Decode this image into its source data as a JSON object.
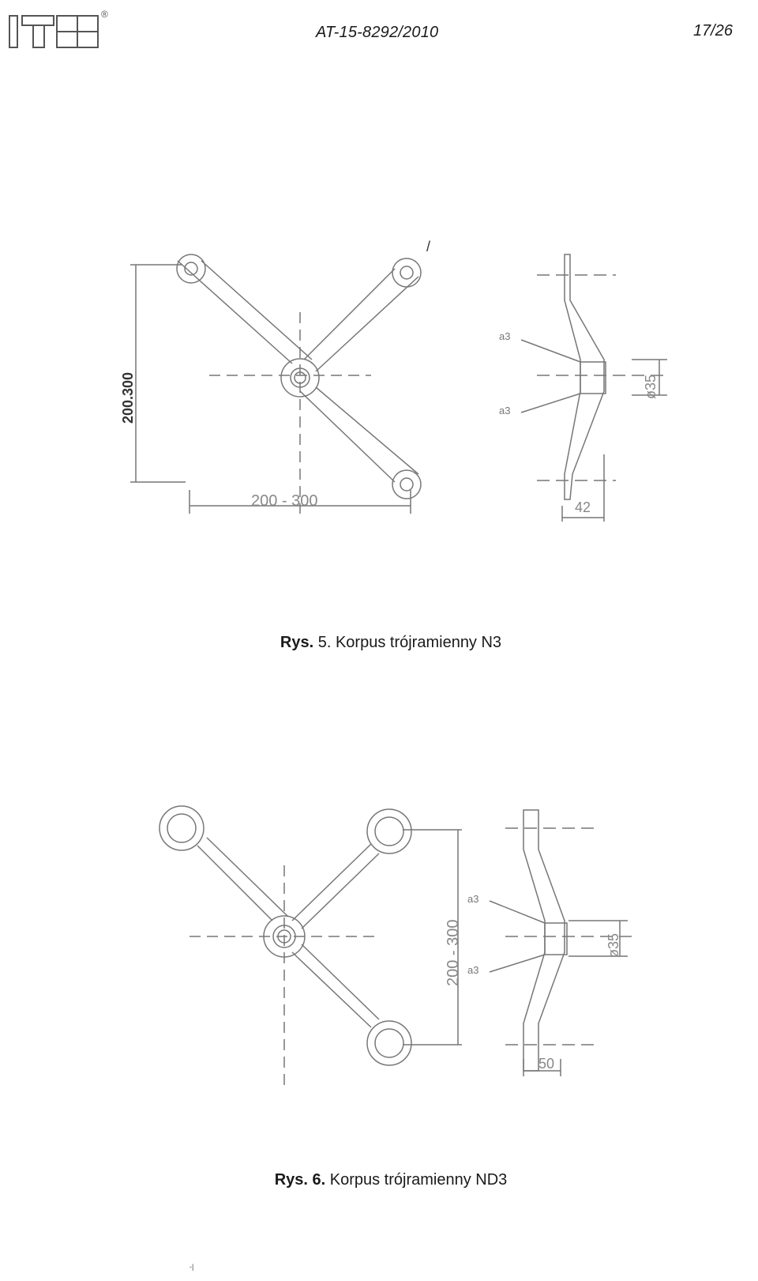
{
  "header": {
    "logo_text": "ITB",
    "registered_mark": "®",
    "doc_number": "AT-15-8292/2010",
    "page_number": "17/26"
  },
  "figure5": {
    "stray_mark": "/",
    "vertical_dim": "200.300",
    "horizontal_dim": "200 - 300",
    "weld_label_1": "a3",
    "weld_label_2": "a3",
    "diameter": "ø35",
    "thickness": "42",
    "caption_prefix": "Rys.",
    "caption_text": "5. Korpus trójramienny N3"
  },
  "figure6": {
    "vertical_dim": "200 - 300",
    "weld_label_1": "a3",
    "weld_label_2": "a3",
    "diameter": "ø35",
    "thickness": "50",
    "caption_prefix": "Rys. 6.",
    "caption_text": "Korpus trójramienny ND3"
  },
  "footer": {
    "mark": "-|"
  }
}
